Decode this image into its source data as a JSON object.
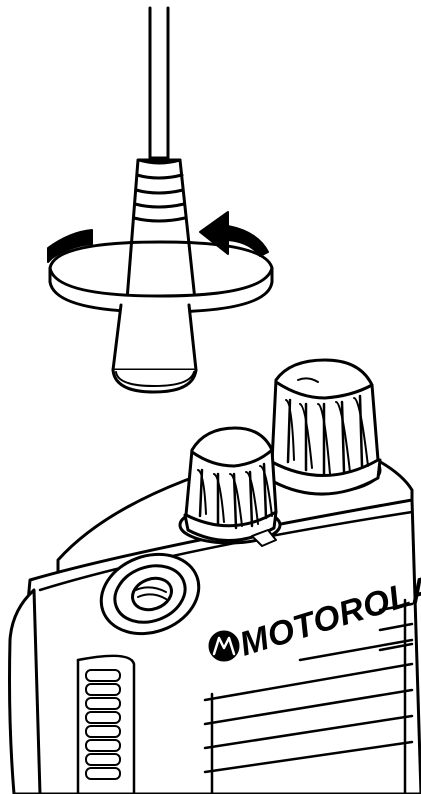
{
  "illustration": {
    "subject": "antenna-attachment",
    "brand": {
      "text": "MOTOROLA",
      "logo": "motorola-batwing-logo"
    },
    "icons": [
      "antenna",
      "rotation-arrow",
      "radio-body",
      "volume-knob",
      "channel-knob",
      "audio-jack",
      "speaker-grille"
    ],
    "colors": {
      "line": "#000000",
      "fill": "#ffffff"
    }
  }
}
